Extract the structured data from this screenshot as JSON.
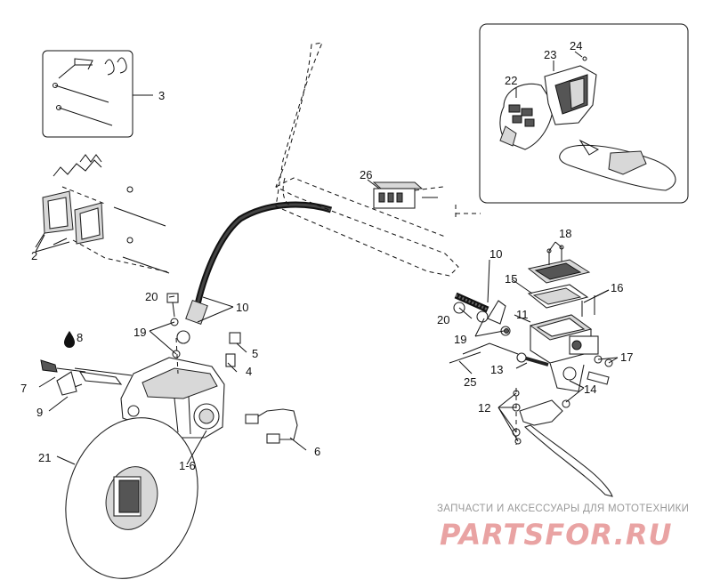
{
  "callouts": {
    "c1_6": "1-6",
    "c2": "2",
    "c3": "3",
    "c4": "4",
    "c5": "5",
    "c6": "6",
    "c7": "7",
    "c8": "8",
    "c9": "9",
    "c10a": "10",
    "c10b": "10",
    "c11": "11",
    "c12": "12",
    "c13": "13",
    "c14": "14",
    "c15": "15",
    "c16": "16",
    "c17": "17",
    "c18": "18",
    "c19a": "19",
    "c19b": "19",
    "c20a": "20",
    "c20b": "20",
    "c21": "21",
    "c22": "22",
    "c23": "23",
    "c24": "24",
    "c25": "25",
    "c26": "26"
  },
  "watermark": {
    "tagline": "ЗАПЧАСТИ И АКСЕССУАРЫ ДЛЯ МОТОТЕХНИКИ",
    "logo": "PARTSFOR.RU",
    "tagline_color": "#9a9a9a",
    "logo_color": "#e8a0a0"
  },
  "icons": {
    "grease": "oil-drop-icon"
  }
}
